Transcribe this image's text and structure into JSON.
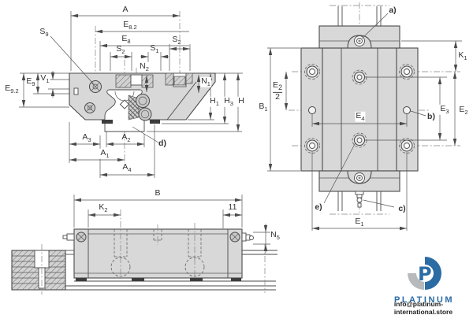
{
  "colors": {
    "outline": "#4a4a4a",
    "body_fill": "#d8d8d8",
    "dimension_line": "#555555",
    "brand_blue": "#2b6ca4",
    "brand_gray": "#b6babd"
  },
  "front_view": {
    "labels": {
      "A": {
        "main": "A",
        "sub": ""
      },
      "E8_2": {
        "main": "E",
        "sub": "8.2"
      },
      "E8": {
        "main": "E",
        "sub": "8"
      },
      "S2_left": {
        "main": "S",
        "sub": "2"
      },
      "S1": {
        "main": "S",
        "sub": "1"
      },
      "S2_right": {
        "main": "S",
        "sub": "2"
      },
      "N2": {
        "main": "N",
        "sub": "2"
      },
      "N1": {
        "main": "N",
        "sub": "1"
      },
      "S9": {
        "main": "S",
        "sub": "9"
      },
      "E9": {
        "main": "E",
        "sub": "9"
      },
      "V1": {
        "main": "V",
        "sub": "1"
      },
      "E9_2": {
        "main": "E",
        "sub": "9.2"
      },
      "H1": {
        "main": "H",
        "sub": "1"
      },
      "H3": {
        "main": "H",
        "sub": "3"
      },
      "H": {
        "main": "H",
        "sub": ""
      },
      "A3": {
        "main": "A",
        "sub": "3"
      },
      "A2": {
        "main": "A",
        "sub": "2"
      },
      "A1": {
        "main": "A",
        "sub": "1"
      },
      "A4": {
        "main": "A",
        "sub": "4"
      },
      "d_callout": "d)"
    }
  },
  "top_view": {
    "labels": {
      "a_callout": "a)",
      "b_callout": "b)",
      "c_callout": "c)",
      "e_callout": "e)",
      "K1": {
        "main": "K",
        "sub": "1"
      },
      "B1": {
        "main": "B",
        "sub": "1"
      },
      "E2_num": {
        "main": "E",
        "sub": "2"
      },
      "E2_den": "2",
      "E3": {
        "main": "E",
        "sub": "3"
      },
      "E2": {
        "main": "E",
        "sub": "2"
      },
      "E4": {
        "main": "E",
        "sub": "4"
      },
      "E1": {
        "main": "E",
        "sub": "1"
      }
    }
  },
  "side_view": {
    "labels": {
      "B": {
        "main": "B",
        "sub": ""
      },
      "K2": {
        "main": "K",
        "sub": "2"
      },
      "len11": {
        "main": "11",
        "sub": ""
      },
      "N5": {
        "main": "N",
        "sub": "5"
      }
    }
  },
  "watermark": {
    "brand": "PLATINUM",
    "email": "info@platinum-international.store"
  }
}
